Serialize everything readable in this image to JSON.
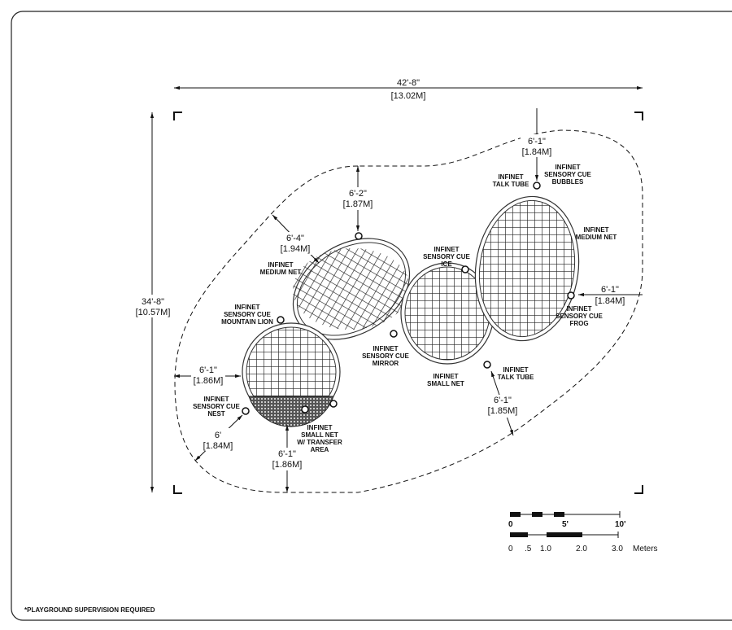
{
  "dimensions": {
    "overall_width": {
      "imperial": "42'-8\"",
      "metric": "[13.02M]"
    },
    "overall_depth": {
      "imperial": "34'-8\"",
      "metric": "[10.57M]"
    },
    "top_right": {
      "imperial": "6'-1\"",
      "metric": "[1.84M]"
    },
    "top_center": {
      "imperial": "6'-2\"",
      "metric": "[1.87M]"
    },
    "top_left_diag": {
      "imperial": "6'-4\"",
      "metric": "[1.94M]"
    },
    "right": {
      "imperial": "6'-1\"",
      "metric": "[1.84M]"
    },
    "left": {
      "imperial": "6'-1\"",
      "metric": "[1.86M]"
    },
    "bottom_left_diag": {
      "imperial": "6'",
      "metric": "[1.84M]"
    },
    "bottom": {
      "imperial": "6'-1\"",
      "metric": "[1.86M]"
    },
    "bottom_right_diag": {
      "imperial": "6'-1\"",
      "metric": "[1.85M]"
    }
  },
  "labels": {
    "talk_tube_top": [
      "INFINET",
      "TALK TUBE"
    ],
    "sensory_bubbles": [
      "INFINET",
      "SENSORY CUE",
      "BUBBLES"
    ],
    "medium_net_right": [
      "INFINET",
      "MEDIUM NET"
    ],
    "sensory_ice": [
      "INFINET",
      "SENSORY CUE",
      "ICE"
    ],
    "sensory_frog": [
      "INFINET",
      "SENSORY CUE",
      "FROG"
    ],
    "medium_net_left": [
      "INFINET",
      "MEDIUM NET"
    ],
    "sensory_mountain_lion": [
      "INFINET",
      "SENSORY CUE",
      "MOUNTAIN LION"
    ],
    "sensory_mirror": [
      "INFINET",
      "SENSORY CUE",
      "MIRROR"
    ],
    "small_net": [
      "INFINET",
      "SMALL NET"
    ],
    "talk_tube_bottom": [
      "INFINET",
      "TALK TUBE"
    ],
    "sensory_nest": [
      "INFINET",
      "SENSORY CUE",
      "NEST"
    ],
    "small_net_transfer": [
      "INFINET",
      "SMALL NET",
      "W/ TRANSFER",
      "AREA"
    ]
  },
  "scale_bar": {
    "feet_ticks": [
      "0",
      "5'",
      "10'"
    ],
    "meter_ticks": [
      "0",
      ".5",
      "1.0",
      "2.0",
      "3.0"
    ],
    "meter_unit": "Meters"
  },
  "note": "*PLAYGROUND SUPERVISION REQUIRED"
}
